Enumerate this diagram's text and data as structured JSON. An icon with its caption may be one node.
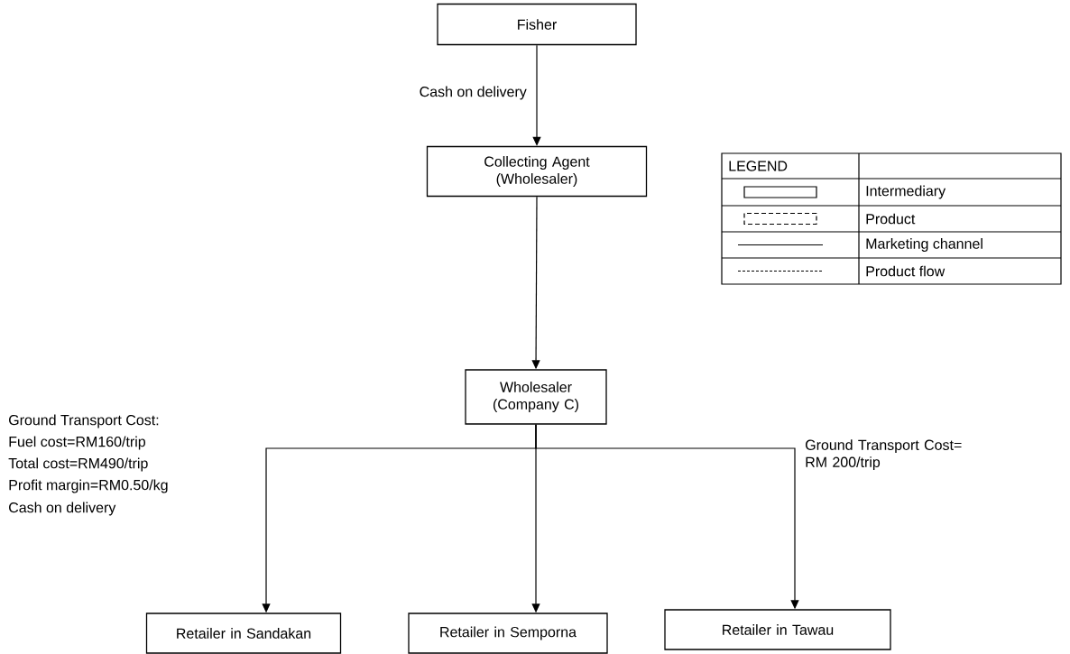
{
  "diagram": {
    "nodes": [
      {
        "text": [
          "Fisher"
        ]
      },
      {
        "text": [
          "Collecting Agent (Wholesaler)"
        ]
      },
      {
        "text": [
          "Wholesaler (Company C)"
        ]
      },
      {
        "text": [
          "Retailer in Sandakan"
        ]
      },
      {
        "text": [
          "Retailer in Semporna"
        ]
      },
      {
        "text": [
          "Retailer in Tawau"
        ]
      }
    ],
    "edges": [
      {
        "from": 0,
        "to": 1,
        "arrow": "to",
        "label": "Cash on delivery"
      },
      {
        "from": 1,
        "to": 2,
        "arrow": "to"
      },
      {
        "from": 2,
        "to": 3,
        "arrow": "to"
      },
      {
        "from": 2,
        "to": 4,
        "arrow": "to"
      },
      {
        "from": 2,
        "to": 5,
        "arrow": "to"
      }
    ],
    "labels": [
      "LEGEND",
      "Ground Transport Cost:",
      "Fuel cost=RM160/trip",
      "Total cost=RM490/trip",
      "Profit margin=RM0.50/kg",
      "Cash on delivery",
      "Ground Transport Cost= RM 200/trip"
    ],
    "legend": [
      {
        "text": "Intermediary"
      },
      {
        "text": "Product"
      },
      {
        "text": "Marketing channel"
      },
      {
        "text": "Product flow"
      }
    ]
  }
}
